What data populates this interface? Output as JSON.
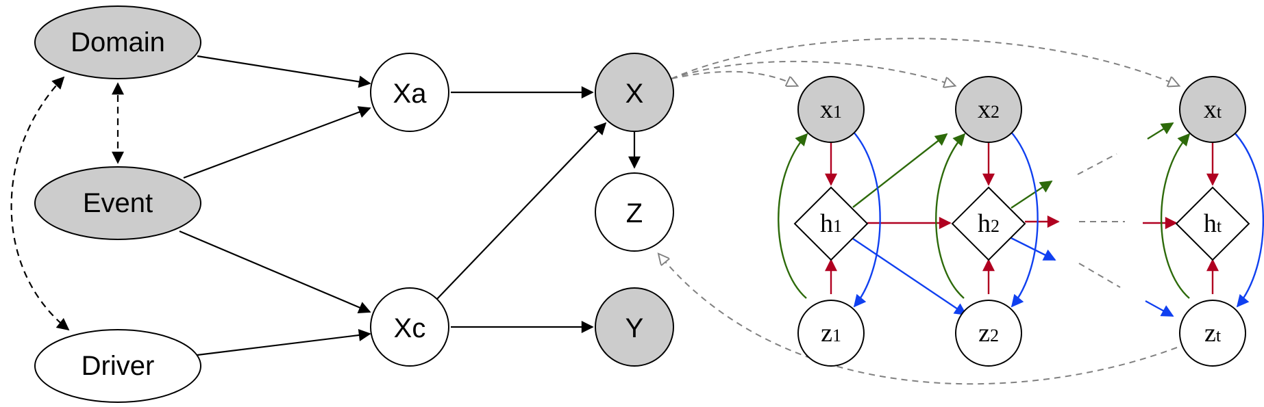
{
  "colors": {
    "observed_fill": "#cccccc",
    "latent_fill": "#ffffff",
    "stroke": "#000000",
    "red_edge": "#b00020",
    "green_edge": "#2d6a0a",
    "blue_edge": "#1040f0",
    "gray_dashed": "#808080"
  },
  "nodes": {
    "domain": {
      "label": "Domain"
    },
    "event": {
      "label": "Event"
    },
    "driver": {
      "label": "Driver"
    },
    "xa": {
      "label": "Xa"
    },
    "xc": {
      "label": "Xc"
    },
    "x": {
      "label": "X"
    },
    "z": {
      "label": "Z"
    },
    "y": {
      "label": "Y"
    },
    "x1": {
      "base": "x",
      "sub": "1"
    },
    "x2": {
      "base": "x",
      "sub": "2"
    },
    "xt": {
      "base": "x",
      "sub": "t"
    },
    "h1": {
      "base": "h",
      "sub": "1"
    },
    "h2": {
      "base": "h",
      "sub": "2"
    },
    "ht": {
      "base": "h",
      "sub": "t"
    },
    "z1": {
      "base": "z",
      "sub": "1"
    },
    "z2": {
      "base": "z",
      "sub": "2"
    },
    "zt": {
      "base": "z",
      "sub": "t"
    }
  }
}
